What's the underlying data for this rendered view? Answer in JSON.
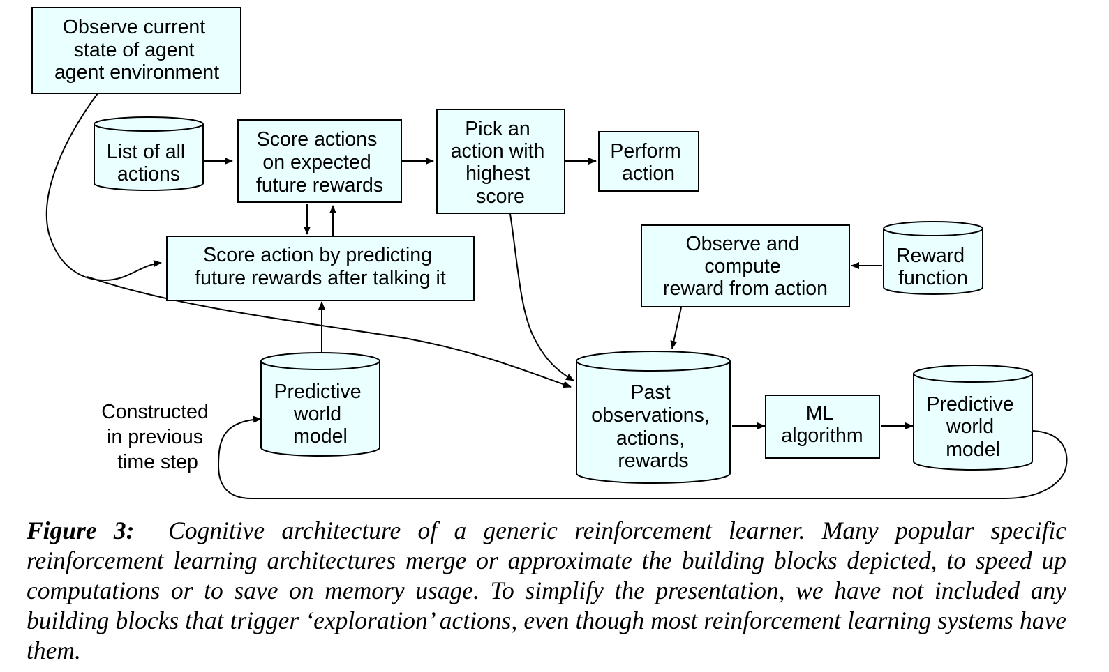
{
  "nodes": {
    "observe_state": [
      "Observe current",
      "state of agent",
      "agent environment"
    ],
    "list_actions": [
      "List of all",
      "actions"
    ],
    "score_actions": [
      "Score actions",
      "on expected",
      "future rewards"
    ],
    "pick_action": [
      "Pick an",
      "action with",
      "highest",
      "score"
    ],
    "perform_action": [
      "Perform",
      "action"
    ],
    "score_by_predicting": [
      "Score action by predicting",
      "future rewards after talking it"
    ],
    "observe_reward": [
      "Observe and",
      "compute",
      "reward from action"
    ],
    "reward_function": [
      "Reward",
      "function"
    ],
    "predictive_model_left": [
      "Predictive",
      "world",
      "model"
    ],
    "past_observations": [
      "Past",
      "observations,",
      "actions,",
      "rewards"
    ],
    "ml_algorithm": [
      "ML",
      "algorithm"
    ],
    "predictive_model_right": [
      "Predictive",
      "world",
      "model"
    ]
  },
  "annotation": [
    "Constructed",
    "in previous",
    "time step"
  ],
  "caption": {
    "label": "Figure 3:",
    "text": "Cognitive architecture of a generic reinforcement learner. Many popular specific reinforcement learning architectures merge or approximate the building blocks depicted, to speed up computations or to save on memory usage. To simplify the presentation, we have not included any building blocks that trigger ‘exploration’ actions, even though most reinforcement learning systems have them."
  },
  "colors": {
    "node_fill": "#eaffff",
    "stroke": "#000000"
  }
}
